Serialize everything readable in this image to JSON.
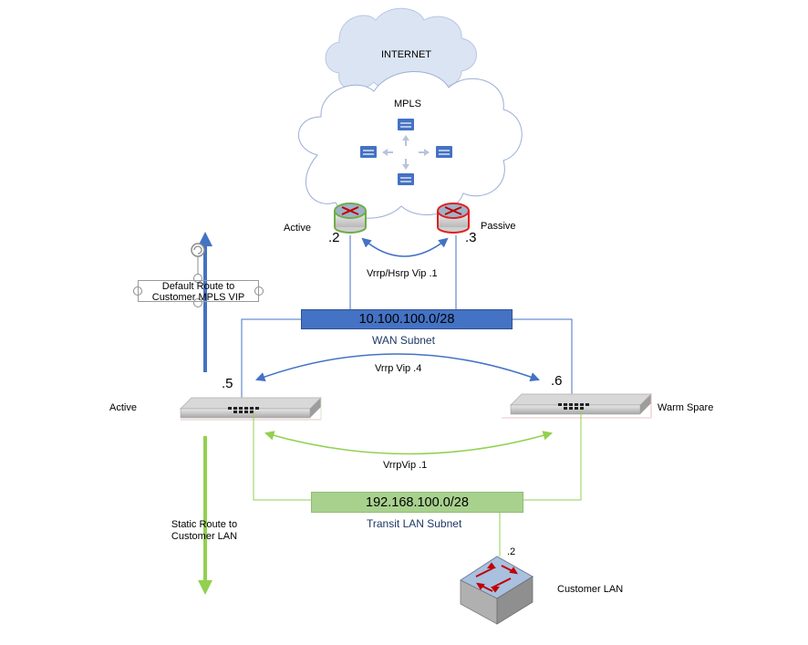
{
  "labels": {
    "internet": "INTERNET",
    "mpls": "MPLS",
    "active_router": "Active",
    "passive_router": "Passive",
    "router_a_ip": ".2",
    "router_b_ip": ".3",
    "vrrp_hsrp": "Vrrp/Hsrp Vip .1",
    "wan_subnet_addr": "10.100.100.0/28",
    "wan_subnet_label": "WAN Subnet",
    "vrrp_vip_wan": "Vrrp Vip .4",
    "fw_active_ip": ".5",
    "fw_spare_ip": ".6",
    "fw_active_label": "Active",
    "fw_spare_label": "Warm Spare",
    "vrrp_vip_lan": "VrrpVip .1",
    "lan_subnet_addr": "192.168.100.0/28",
    "lan_subnet_label": "Transit LAN Subnet",
    "switch_ip": ".2",
    "customer_lan": "Customer LAN",
    "default_route_line1": "Default Route to",
    "default_route_line2": "Customer MPLS VIP",
    "static_route_line1": "Static Route to",
    "static_route_line2": "Customer LAN"
  },
  "colors": {
    "cloud_fill": "#dbe4f3",
    "cloud_stroke": "#9aaed6",
    "wan_blue": "#4472c4",
    "lan_green": "#92d050",
    "router_active_ring": "#70ad47",
    "router_passive_ring": "#e02020"
  },
  "icons": [
    "cloud-icon",
    "router-icon",
    "firewall-appliance-icon",
    "switch-icon",
    "rotate-handle-icon"
  ]
}
